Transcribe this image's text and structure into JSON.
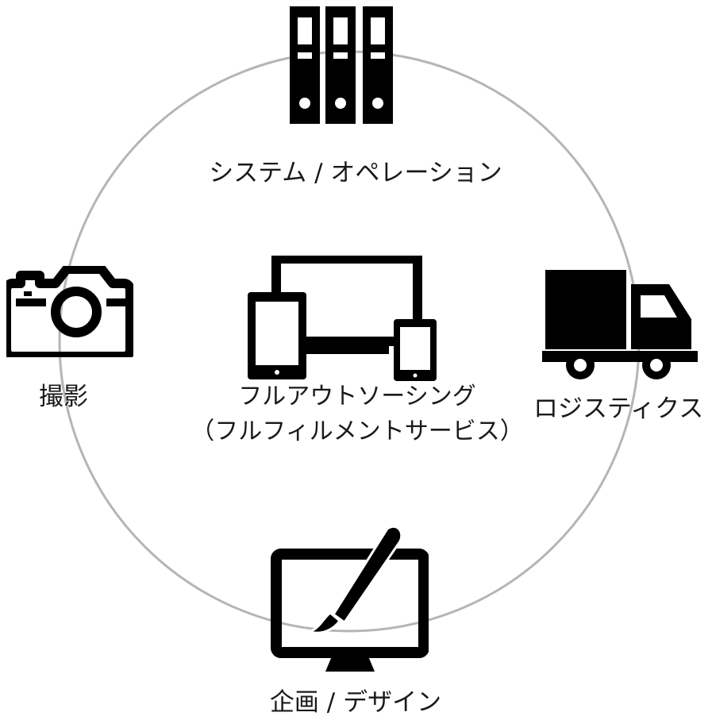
{
  "diagram": {
    "center": {
      "line1": "フルアウトソーシング",
      "line2": "（フルフィルメントサービス）",
      "icon": "multi-device-icon"
    },
    "nodes": {
      "top": {
        "label": "システム / オペレーション",
        "icon": "binders-icon"
      },
      "left": {
        "label": "撮影",
        "icon": "camera-icon"
      },
      "right": {
        "label": "ロジスティクス",
        "icon": "truck-icon"
      },
      "bottom": {
        "label": "企画 / デザイン",
        "icon": "monitor-brush-icon"
      }
    },
    "colors": {
      "ring": "#b5b5b5",
      "icon": "#000000",
      "text": "#1a1a1a"
    }
  }
}
